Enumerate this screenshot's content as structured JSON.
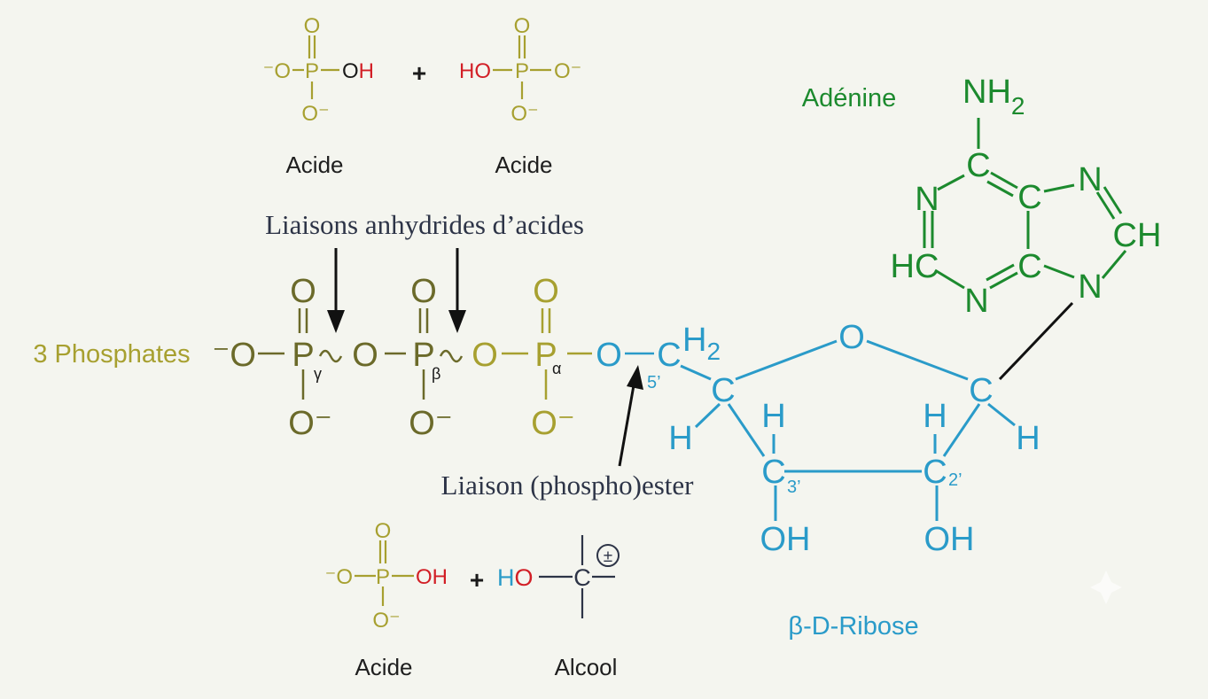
{
  "colors": {
    "background": "#f4f5ef",
    "phosphate": "#a7a030",
    "phosphate_dark": "#6b6a2a",
    "hydroxyl_acid": "#d21f26",
    "ribose": "#2a9bc9",
    "adenine": "#1c8a2e",
    "annotation": "#2d3447"
  },
  "top_reaction": {
    "left": {
      "o_top": "O",
      "o_left": "⁻O",
      "p": "P",
      "o_h": "O",
      "h": "H",
      "o_bottom": "O⁻",
      "caption": "Acide"
    },
    "plus": "+",
    "right": {
      "ho": "HO",
      "p": "P",
      "o_top": "O",
      "o_right": "O⁻",
      "o_bottom": "O⁻",
      "caption": "Acide"
    }
  },
  "annotations": {
    "anhydride": "Liaisons anhydrides d’acides",
    "ester": "Liaison (phospho)ester"
  },
  "phosphates": {
    "label": "3 Phosphates",
    "o_left": "⁻O",
    "gamma": {
      "p": "P",
      "sub": "γ",
      "o_top": "O",
      "o_bottom": "O⁻"
    },
    "bridge1": "O",
    "beta": {
      "p": "P",
      "sub": "β",
      "o_top": "O",
      "o_bottom": "O⁻"
    },
    "bridge2": "O",
    "alpha": {
      "p": "P",
      "sub": "α",
      "o_top": "O",
      "o_bottom": "O⁻"
    },
    "ester_o": "O"
  },
  "ribose": {
    "c5": "C",
    "c5_label": "5’",
    "h2": "H",
    "h2_sub": "2",
    "c4": "C",
    "h4": "H",
    "ring_o": "O",
    "c3": "C",
    "c3_label": "3’",
    "h3": "H",
    "oh3": "OH",
    "c2": "C",
    "c2_label": "2’",
    "h2p": "H",
    "oh2": "OH",
    "c1": "C",
    "h1": "H",
    "name": "β-D-Ribose"
  },
  "adenine": {
    "name": "Adénine",
    "nh2": "NH",
    "nh2_sub": "2",
    "c6": "C",
    "n1": "N",
    "c2": "HC",
    "n3": "N",
    "c4": "C",
    "c5": "C",
    "n7": "N",
    "c8": "CH",
    "n9": "N"
  },
  "bottom_reaction": {
    "acid": {
      "o_top": "O",
      "o_left": "⁻O",
      "p": "P",
      "oh": "OH",
      "o_bottom": "O⁻",
      "caption": "Acide"
    },
    "plus": "+",
    "alcohol": {
      "h": "H",
      "o": "O",
      "c": "C",
      "charge": "±",
      "caption": "Alcool"
    }
  }
}
